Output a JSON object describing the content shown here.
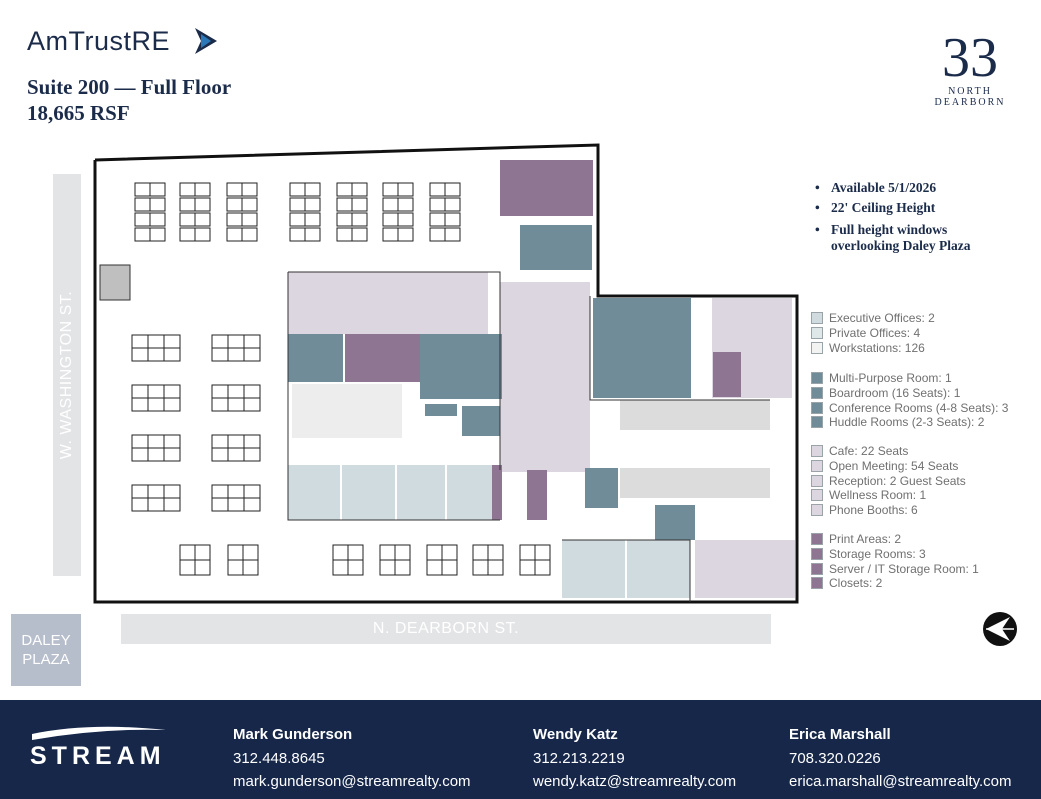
{
  "header": {
    "brand_logo_text": "AmTrustRE",
    "suite_title": "Suite 200 — Full Floor",
    "area": "18,665 RSF",
    "building_number": "33",
    "building_line1": "NORTH",
    "building_line2": "DEARBORN"
  },
  "features": [
    "Available 5/1/2026",
    "22' Ceiling Height",
    "Full height windows overlooking Daley Plaza"
  ],
  "legend": {
    "groups": [
      {
        "items": [
          {
            "label": "Executive Offices: 2",
            "color": "#cfdbde"
          },
          {
            "label": "Private Offices: 4",
            "color": "#dfe8e9"
          },
          {
            "label": "Workstations: 126",
            "color": "#f2f4f4"
          }
        ]
      },
      {
        "items": [
          {
            "label": "Multi-Purpose Room: 1",
            "color": "#6f8c98"
          },
          {
            "label": "Boardroom (16 Seats): 1",
            "color": "#6f8c98"
          },
          {
            "label": "Conference Rooms (4-8 Seats): 3",
            "color": "#6f8c98"
          },
          {
            "label": "Huddle Rooms (2-3 Seats): 2",
            "color": "#6f8c98"
          }
        ]
      },
      {
        "items": [
          {
            "label": "Cafe: 22 Seats",
            "color": "#dcd6e1"
          },
          {
            "label": "Open Meeting: 54 Seats",
            "color": "#dcd6e1"
          },
          {
            "label": "Reception: 2 Guest Seats",
            "color": "#dcd6e1"
          },
          {
            "label": "Wellness Room: 1",
            "color": "#dcd6e1"
          },
          {
            "label": "Phone Booths: 6",
            "color": "#dcd6e1"
          }
        ]
      },
      {
        "items": [
          {
            "label": "Print Areas: 2",
            "color": "#8e7591"
          },
          {
            "label": "Storage Rooms: 3",
            "color": "#8e7591"
          },
          {
            "label": "Server / IT Storage Room: 1",
            "color": "#8e7591"
          },
          {
            "label": "Closets: 2",
            "color": "#8e7591"
          }
        ]
      }
    ]
  },
  "streets": {
    "west": "W. WASHINGTON ST.",
    "south": "N. DEARBORN ST.",
    "plaza_line1": "DALEY",
    "plaza_line2": "PLAZA"
  },
  "footer": {
    "logo_text": "STREAM",
    "contacts": [
      {
        "name": "Mark Gunderson",
        "phone": "312.448.8645",
        "email": "mark.gunderson@streamrealty.com"
      },
      {
        "name": "Wendy Katz",
        "phone": "312.213.2219",
        "email": "wendy.katz@streamrealty.com"
      },
      {
        "name": "Erica Marshall",
        "phone": "708.320.0226",
        "email": "erica.marshall@streamrealty.com"
      }
    ]
  }
}
